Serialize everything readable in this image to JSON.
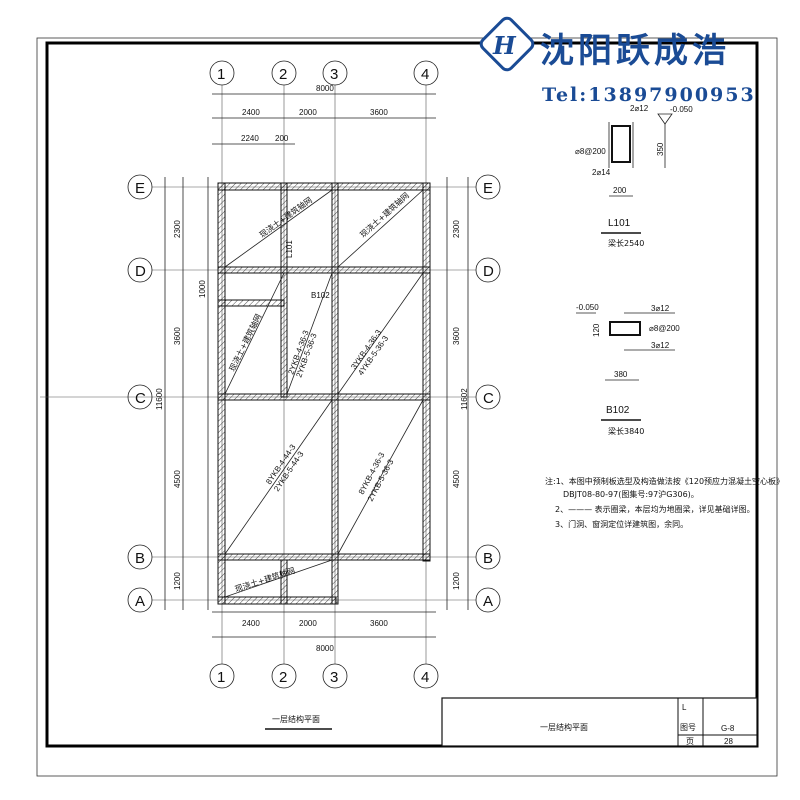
{
  "watermark": {
    "company": "沈阳跃成浩",
    "phone": "Tel:13897900953",
    "color": "#1a4b95"
  },
  "grid": {
    "columns": [
      "1",
      "2",
      "3",
      "4"
    ],
    "rows": [
      "E",
      "D",
      "C",
      "B",
      "A"
    ]
  },
  "dimensions": {
    "top_total": "8000",
    "top_spans": [
      "2400",
      "2000",
      "3600"
    ],
    "top_sub": [
      "2240",
      "200"
    ],
    "left_spans": [
      "2300",
      "1000",
      "3600",
      "4500",
      "1200"
    ],
    "left_total": "11600",
    "right_spans": [
      "2300",
      "3600",
      "4500",
      "1200"
    ],
    "right_total": "11602",
    "bottom_spans": [
      "2400",
      "2000",
      "3600"
    ],
    "bottom_total": "8000"
  },
  "plan_labels": {
    "cast_slab": "现浇土+建筑轴网",
    "beam_l101": "L101",
    "beam_b102": "B102",
    "slab_room_c2": [
      "2YKB-4-36-3",
      "2YKB-5-36-3"
    ],
    "slab_room_c3": [
      "3YKB-4-36-3",
      "4YKB-5-36-3"
    ],
    "slab_room_b1": [
      "8YKB-4-44-3",
      "2YKB-5-44-3"
    ],
    "slab_room_b3": [
      "8YKB-4-36-3",
      "2YKB-5-36-3"
    ]
  },
  "section_l101": {
    "title": "L101",
    "top_bar": "2⌀12",
    "stirrup": "⌀8@200",
    "bottom_bar": "2⌀14",
    "width": "200",
    "height": "350",
    "elevation": "-0.050",
    "note": "梁长2540"
  },
  "section_b102": {
    "title": "B102",
    "elevation": "-0.050",
    "top_bar": "3⌀12",
    "stirrup": "⌀8@200",
    "bottom_bar": "3⌀12",
    "height": "120",
    "width": "380",
    "note": "梁长3840"
  },
  "notes": {
    "lines": [
      "注:1、本图中预制板选型及构造做法按《120预应力混凝土空心板》",
      "DBJT08-80-97(图集号:97沪G306)。",
      "2、——— 表示圈梁，本层均为地圈梁，详见基础详图。",
      "3、门洞、窗洞定位详建筑图，余同。"
    ]
  },
  "drawing_title": "一层结构平面",
  "title_block": {
    "title": "一层结构平面",
    "corner_mark": "L",
    "drawing_no_label": "图号",
    "drawing_no": "G-8",
    "page_label": "页",
    "page": "28"
  }
}
